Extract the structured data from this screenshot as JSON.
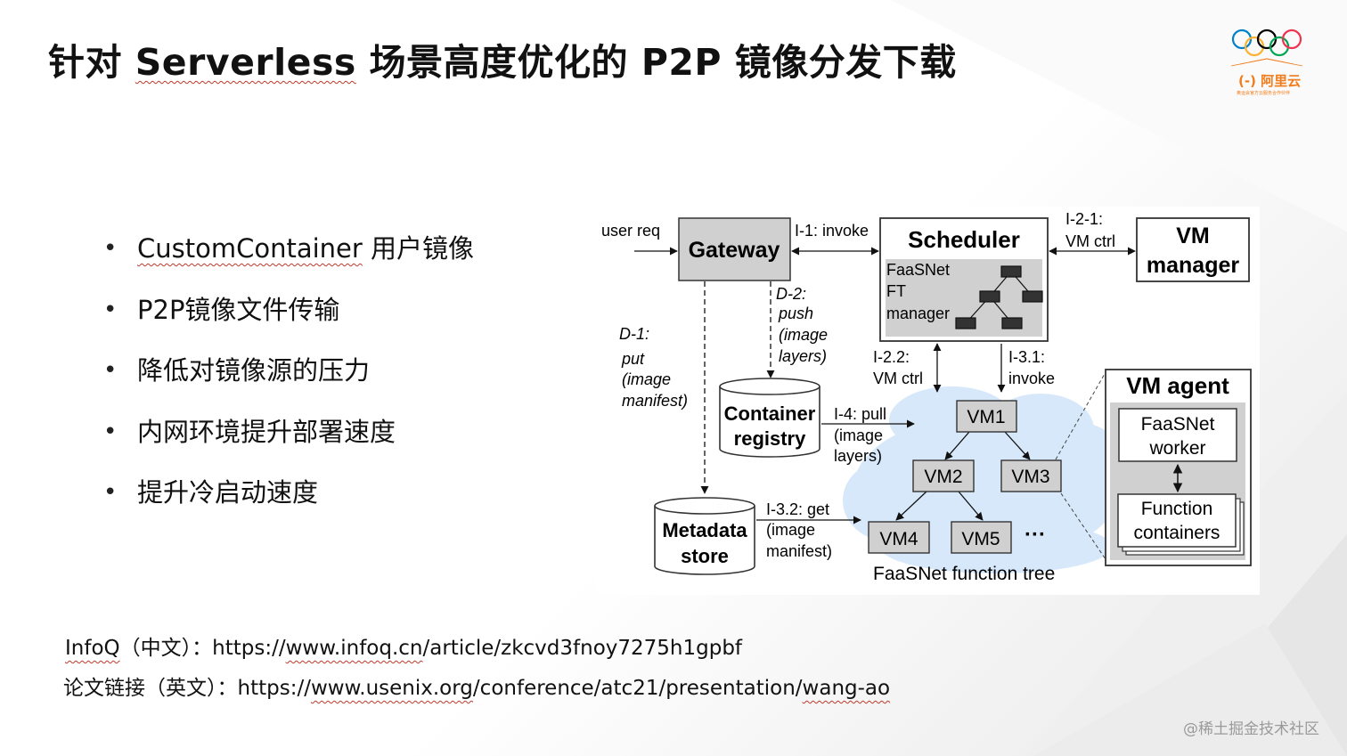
{
  "slide": {
    "title_parts": [
      "针对 ",
      "Serverless",
      " 场景高度优化的 P2P 镜像分发下载"
    ],
    "bullets": [
      {
        "head": "CustomContainer",
        "tail": " 用户镜像"
      },
      {
        "head": "",
        "tail": "P2P镜像文件传输"
      },
      {
        "head": "",
        "tail": "降低对镜像源的压力"
      },
      {
        "head": "",
        "tail": "内网环境提升部署速度"
      },
      {
        "head": "",
        "tail": "提升冷启动速度"
      }
    ],
    "links": [
      {
        "label": "InfoQ",
        "mid": "（中文）：",
        "url_pre": "https://",
        "url_wavy": "www.infoq.cn",
        "url_post": "/article/zkcvd3fnoy7275h1gpbf"
      },
      {
        "label": "论文链接",
        "mid": "（英文）：",
        "url_pre": "https://",
        "url_wavy": "www.usenix.org",
        "url_post": "/conference/atc21/presentation/",
        "url_wavy2": "wang-ao"
      }
    ],
    "watermark": "@稀土掘金技术社区"
  },
  "logo": {
    "brand": "(-) 阿里云",
    "tagline": "奥运会官方云服务合作伙伴",
    "ring_colors": [
      "#0081c8",
      "#fcb131",
      "#000000",
      "#00a651",
      "#ee334e"
    ],
    "brand_color": "#f07c1b"
  },
  "diagram": {
    "user_req": "user req",
    "gateway": "Gateway",
    "scheduler": "Scheduler",
    "ft_manager": [
      "FaaSNet",
      "FT",
      "manager"
    ],
    "vm_manager": [
      "VM",
      "manager"
    ],
    "i1": "I-1: invoke",
    "i21": [
      "I-2-1:",
      "VM ctrl"
    ],
    "d1": [
      "D-1:",
      "put",
      "(image",
      "manifest)"
    ],
    "d2": [
      "D-2:",
      "push",
      "(image",
      "layers)"
    ],
    "i22": [
      "I-2.2:",
      "VM ctrl"
    ],
    "i31": [
      "I-3.1:",
      "invoke"
    ],
    "container_registry": [
      "Container",
      "registry"
    ],
    "i4": [
      "I-4: pull",
      "(image",
      "layers)"
    ],
    "metadata_store": [
      "Metadata",
      "store"
    ],
    "i32": [
      "I-3.2: get",
      "(image",
      "manifest)"
    ],
    "vms": [
      "VM1",
      "VM2",
      "VM3",
      "VM4",
      "VM5"
    ],
    "ellipsis": "···",
    "tree_caption": "FaaSNet function tree",
    "vm_agent": "VM agent",
    "faasnet_worker": [
      "FaaSNet",
      "worker"
    ],
    "function_containers": [
      "Function",
      "containers"
    ]
  }
}
